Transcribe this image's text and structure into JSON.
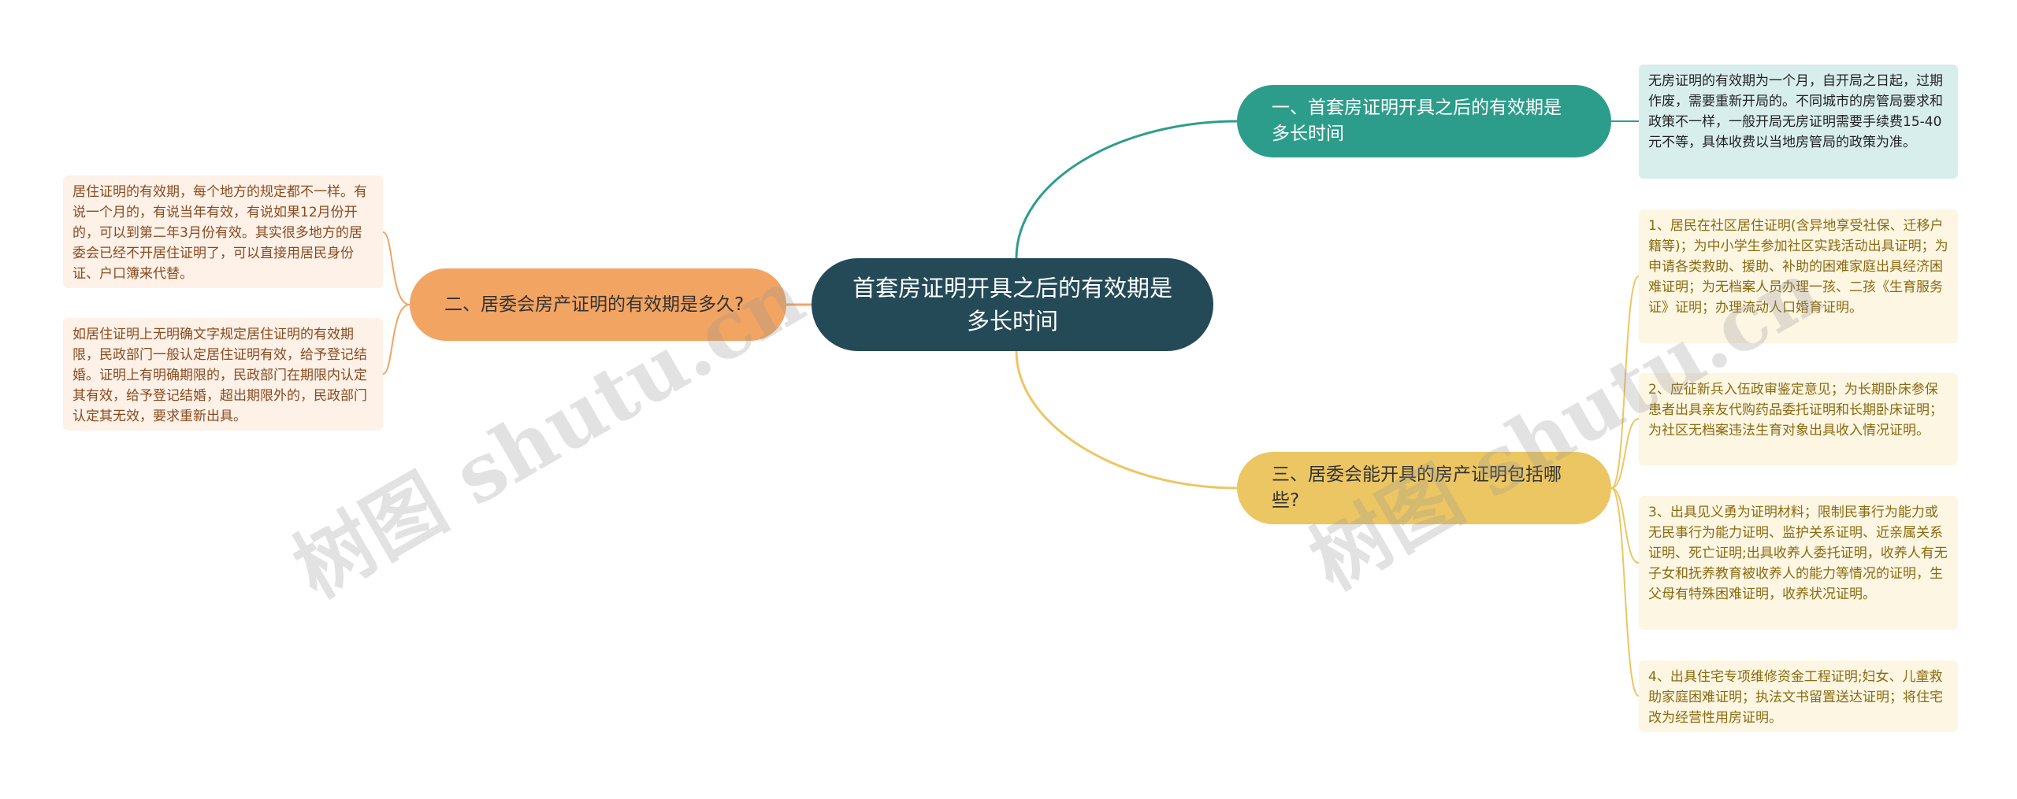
{
  "center": {
    "title": "首套房证明开具之后的有效期是多长时间"
  },
  "branches": [
    {
      "label": "一、首套房证明开具之后的有效期是多长时间",
      "color": "#2d9d8b",
      "leaves": [
        "无房证明的有效期为一个月，自开局之日起，过期作废，需要重新开局的。不同城市的房管局要求和政策不一样，一般开局无房证明需要手续费15-40元不等，具体收费以当地房管局的政策为准。"
      ]
    },
    {
      "label": "二、居委会房产证明的有效期是多久?",
      "color": "#f2a462",
      "leaves": [
        "居住证明的有效期，每个地方的规定都不一样。有说一个月的，有说当年有效，有说如果12月份开的，可以到第二年3月份有效。其实很多地方的居委会已经不开居住证明了，可以直接用居民身份证、户口簿来代替。",
        "如居住证明上无明确文字规定居住证明的有效期限，民政部门一般认定居住证明有效，给予登记结婚。证明上有明确期限的，民政部门在期限内认定其有效，给予登记结婚，超出期限外的，民政部门认定其无效，要求重新出具。"
      ]
    },
    {
      "label": "三、居委会能开具的房产证明包括哪些?",
      "color": "#ecc663",
      "leaves": [
        "1、居民在社区居住证明(含异地享受社保、迁移户籍等)；为中小学生参加社区实践活动出具证明；为申请各类救助、援助、补助的困难家庭出具经济困难证明；为无档案人员办理一孩、二孩《生育服务证》证明；办理流动人口婚育证明。",
        "2、应征新兵入伍政审鉴定意见；为长期卧床参保患者出具亲友代购药品委托证明和长期卧床证明；为社区无档案违法生育对象出具收入情况证明。",
        "3、出具见义勇为证明材料；限制民事行为能力或无民事行为能力证明、监护关系证明、近亲属关系证明、死亡证明;出具收养人委托证明，收养人有无子女和抚养教育被收养人的能力等情况的证明，生父母有特殊困难证明，收养状况证明。",
        "4、出具住宅专项维修资金工程证明;妇女、儿童救助家庭困难证明；执法文书留置送达证明；将住宅改为经营性用房证明。"
      ]
    }
  ],
  "watermark": "树图 shutu.cn"
}
